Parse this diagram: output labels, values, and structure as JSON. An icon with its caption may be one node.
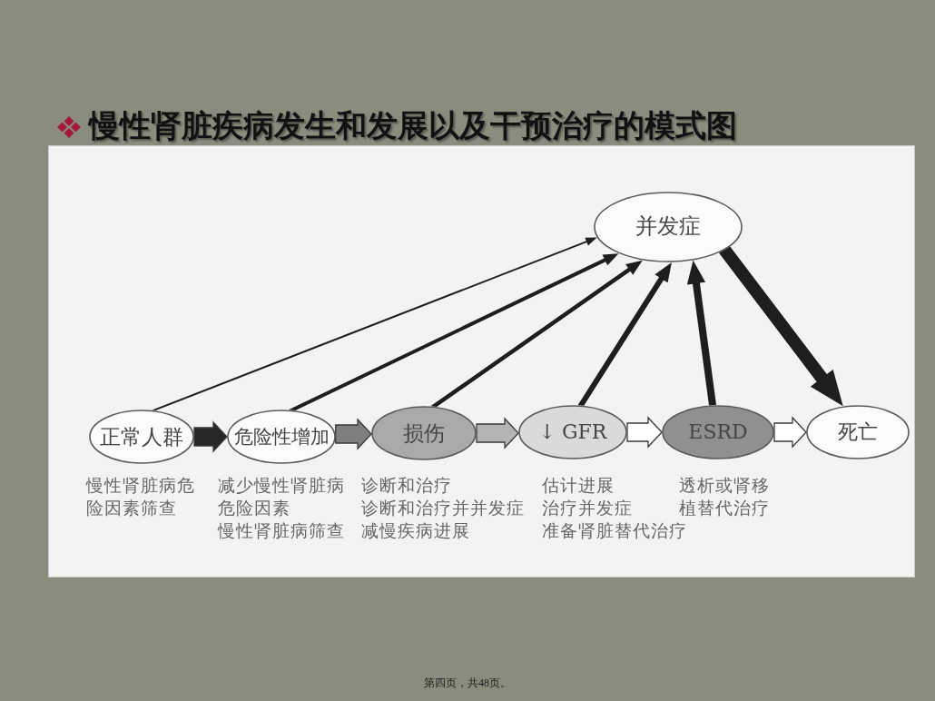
{
  "diagram": {
    "title": "慢性肾脏疾病发生和发展以及干预治疗的模式图",
    "nodes": [
      {
        "text": [
          "并发症"
        ]
      },
      {
        "text": [
          "正常人群"
        ],
        "beside": [
          "慢性肾脏病危险因素筛查"
        ]
      },
      {
        "text": [
          "危险性增加"
        ],
        "beside": [
          "减少慢性肾脏病危险因素",
          "慢性肾脏病筛查"
        ]
      },
      {
        "text": [
          "损伤"
        ],
        "beside": [
          "诊断和治疗",
          "诊断和治疗并并发症",
          "减慢疾病进展"
        ]
      },
      {
        "text": [
          "↓ GFR"
        ],
        "beside": [
          "估计进展",
          "治疗并发症",
          "准备肾脏替代治疗"
        ]
      },
      {
        "text": [
          "ESRD"
        ],
        "beside": [
          "透析或肾移植替代治疗"
        ]
      },
      {
        "text": [
          "死亡"
        ]
      }
    ],
    "edges": [
      {
        "from": 1,
        "to": 2,
        "arrow": "to"
      },
      {
        "from": 2,
        "to": 3,
        "arrow": "to",
        "color": "#7f7f7f"
      },
      {
        "from": 3,
        "to": 4,
        "arrow": "to",
        "color": "#b4b4b4"
      },
      {
        "from": 4,
        "to": 5,
        "arrow": "to",
        "color": "#ffffff"
      },
      {
        "from": 5,
        "to": 6,
        "arrow": "to",
        "color": "#ffffff"
      },
      {
        "from": 1,
        "to": 0,
        "arrow": "to"
      },
      {
        "from": 2,
        "to": 0,
        "arrow": "to"
      },
      {
        "from": 3,
        "to": 0,
        "arrow": "to"
      },
      {
        "from": 4,
        "to": 0,
        "arrow": "to",
        "style": "thick"
      },
      {
        "from": 5,
        "to": 0,
        "arrow": "to",
        "style": "thick"
      },
      {
        "from": 0,
        "to": 6,
        "arrow": "to",
        "style": "thick"
      }
    ],
    "labels": [
      "第四页，共48页。"
    ]
  }
}
